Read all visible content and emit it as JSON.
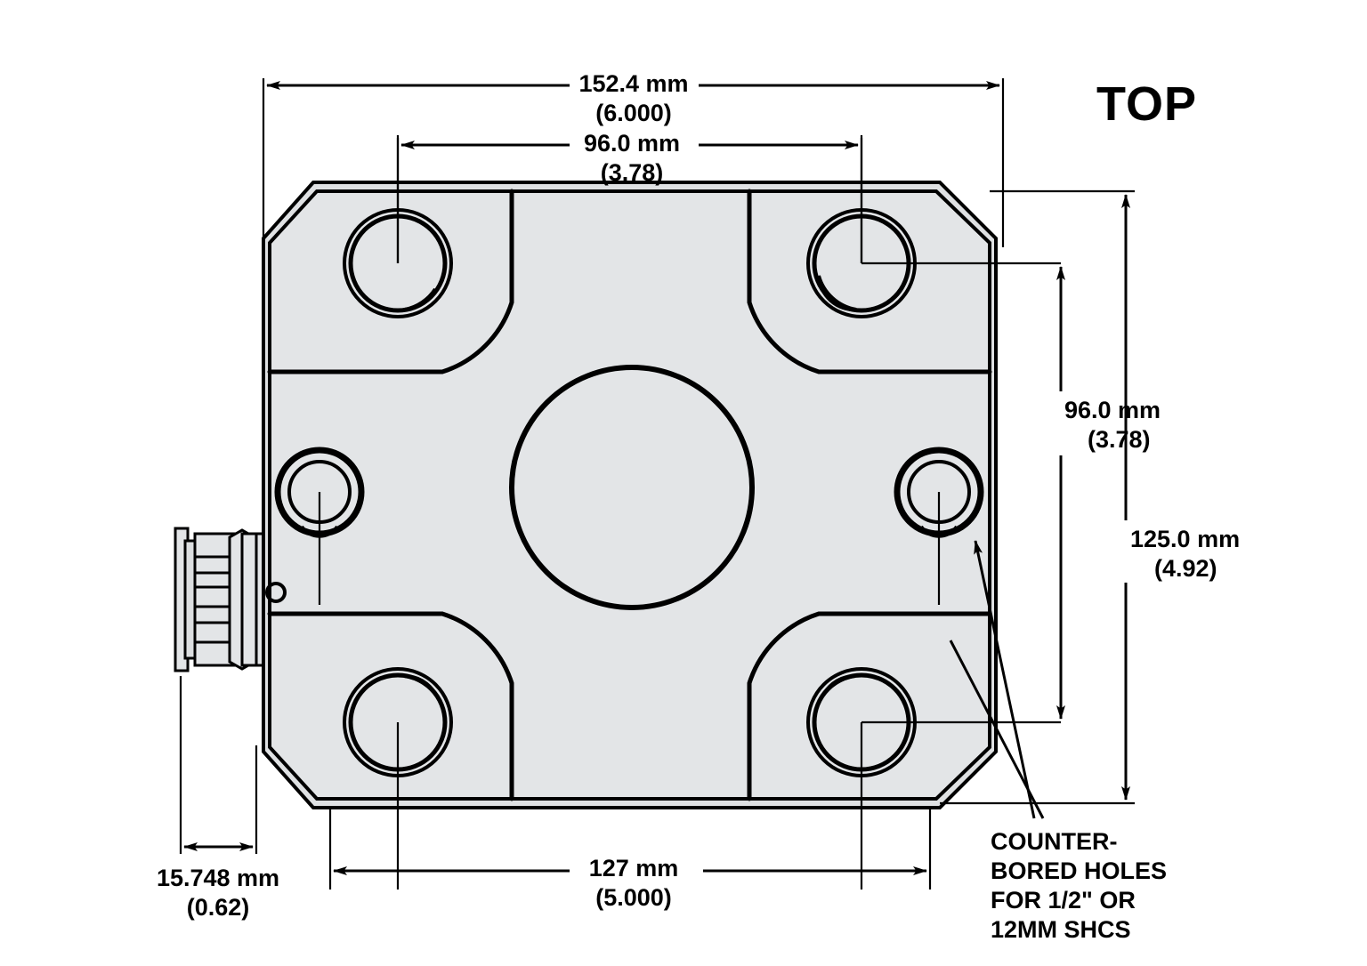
{
  "drawing": {
    "view_label": "TOP",
    "body_fill": "#e3e5e7",
    "line_color": "#000000",
    "background": "#ffffff"
  },
  "dimensions": {
    "top_overall": {
      "mm": "152.4 mm",
      "inch": "(6.000)"
    },
    "top_hole_spacing": {
      "mm": "96.0 mm",
      "inch": "(3.78)"
    },
    "right_hole_spacing": {
      "mm": "96.0 mm",
      "inch": "(3.78)"
    },
    "right_overall": {
      "mm": "125.0 mm",
      "inch": "(4.92)"
    },
    "bottom_overall": {
      "mm": "127 mm",
      "inch": "(5.000)"
    },
    "left_offset": {
      "mm": "15.748 mm",
      "inch": "(0.62)"
    }
  },
  "annotations": {
    "counterbore_note": [
      "COUNTER-",
      "BORED HOLES",
      "FOR 1/2\" OR",
      "12MM SHCS"
    ]
  }
}
